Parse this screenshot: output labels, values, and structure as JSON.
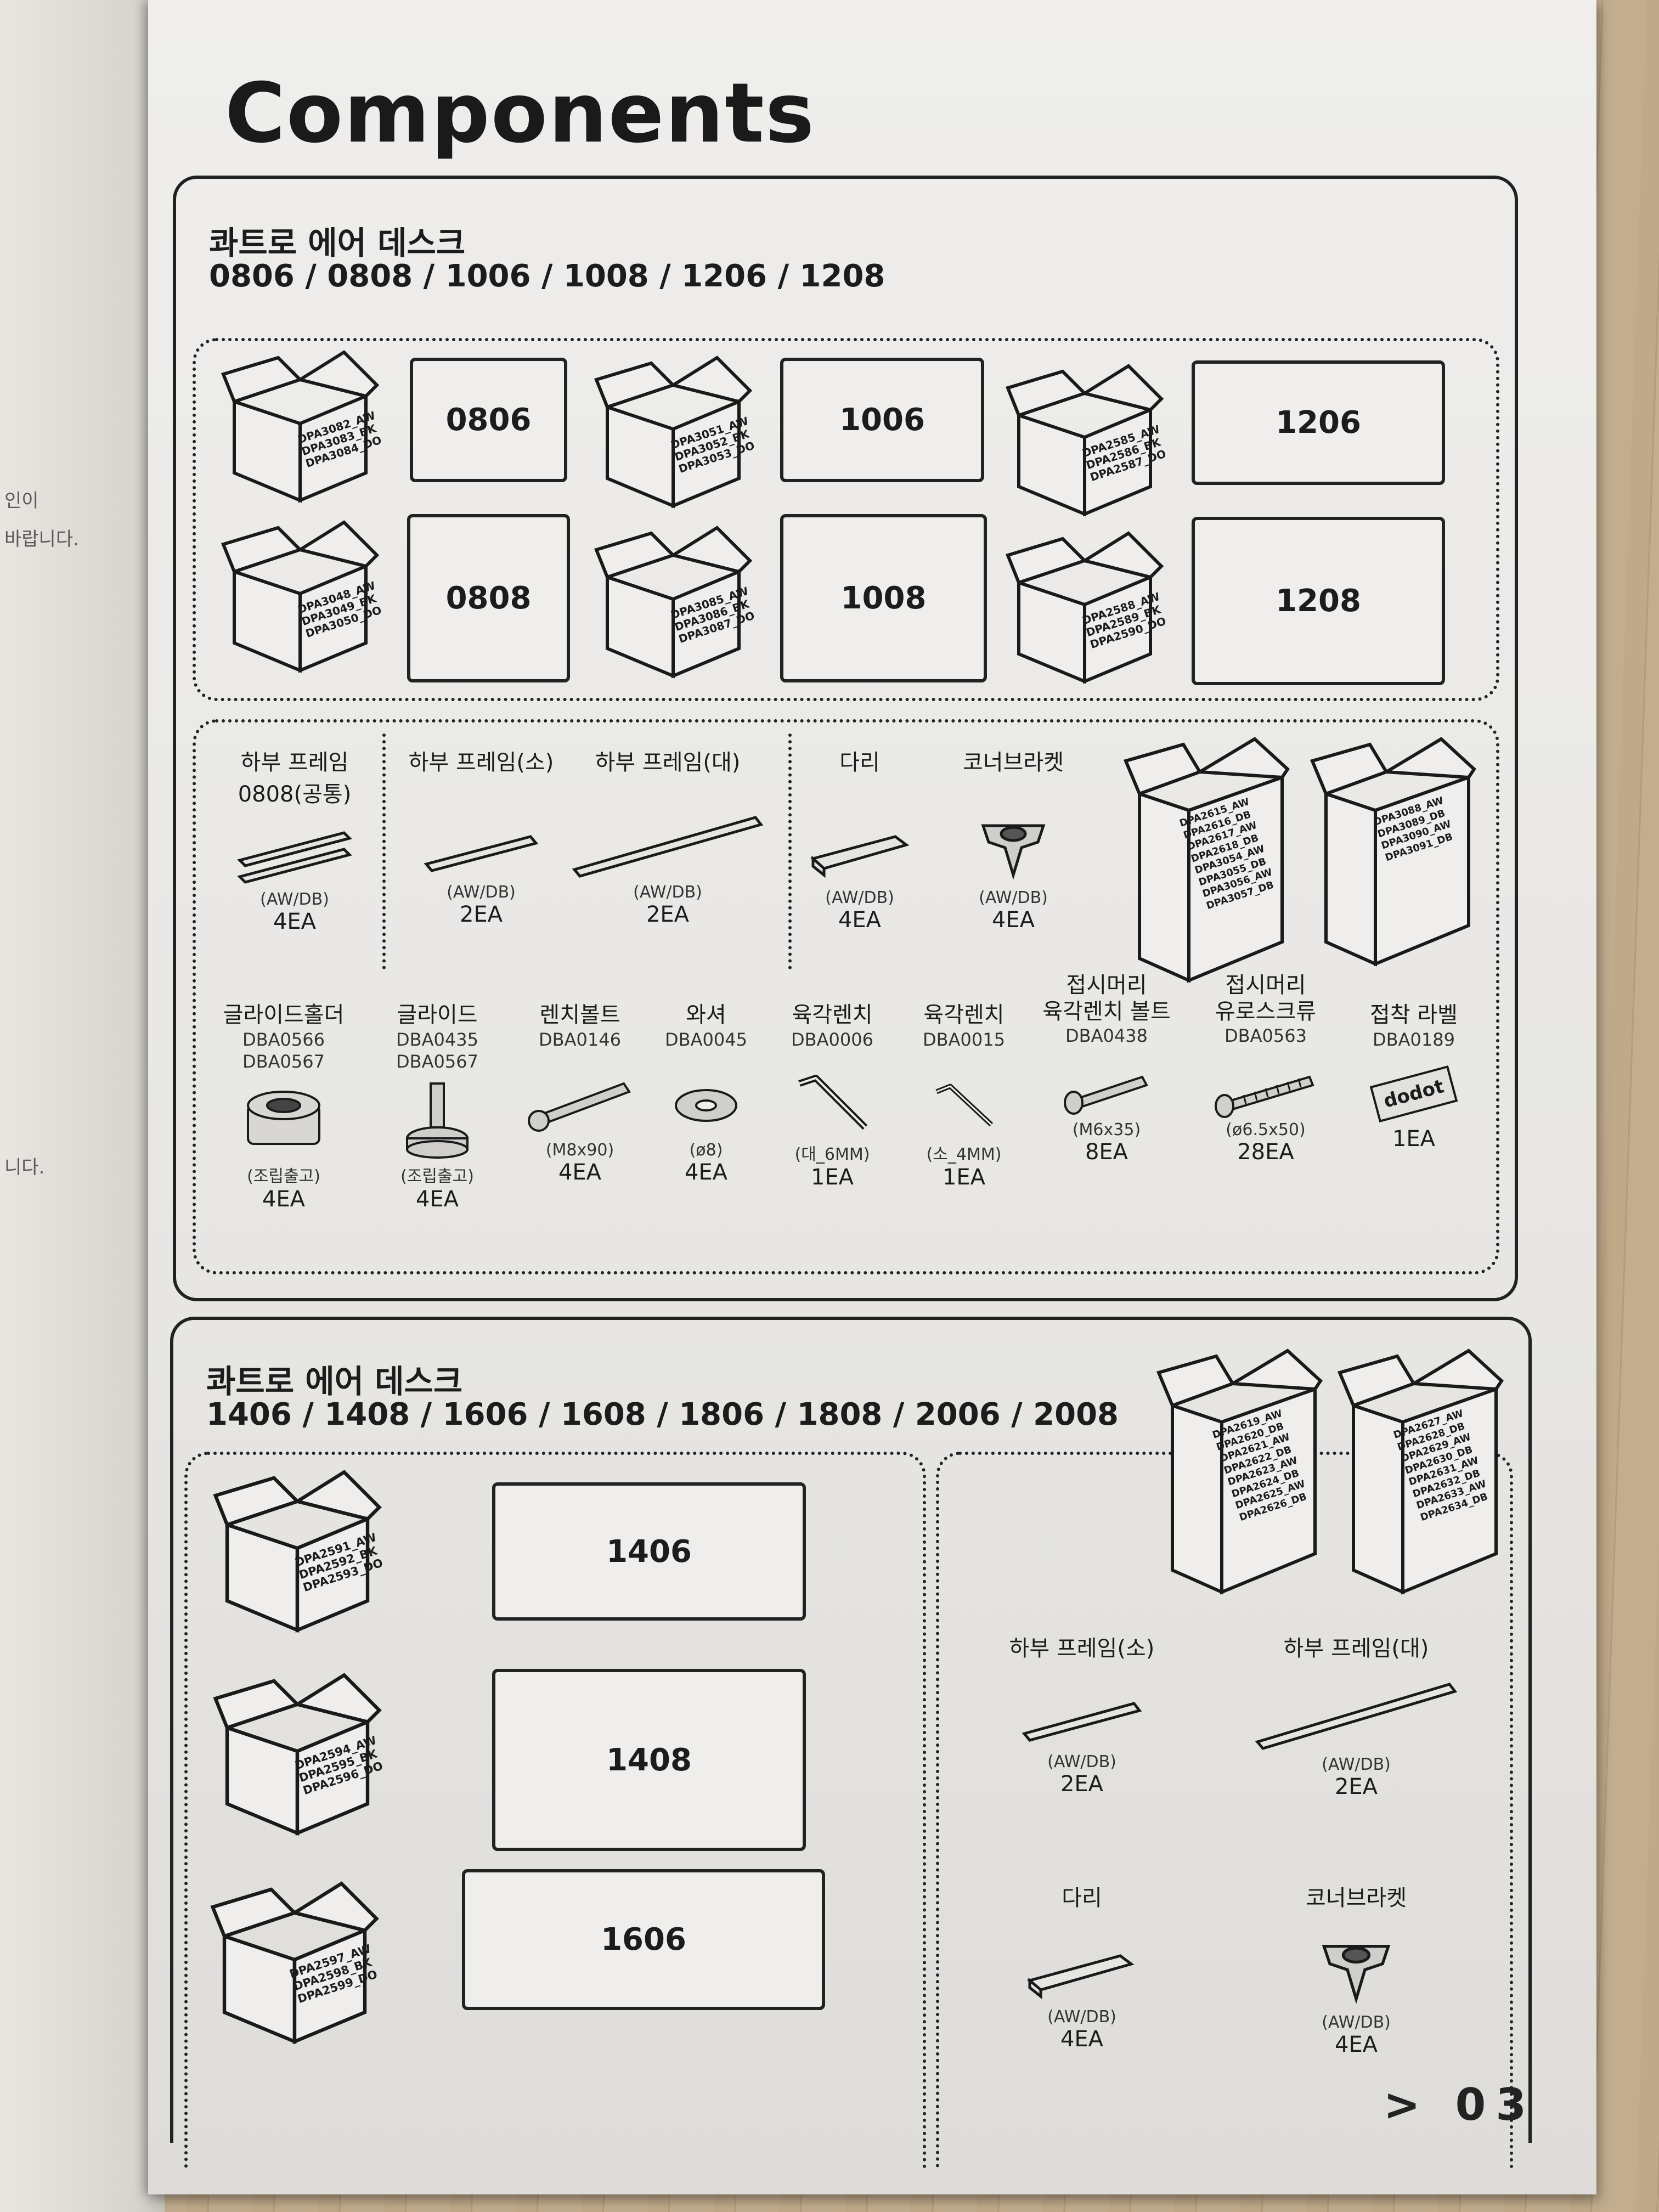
{
  "left_page": {
    "fragments": [
      "인이",
      "바랍니다.",
      "니다."
    ]
  },
  "title": "Components",
  "section1": {
    "name": "콰트로 에어 데스크",
    "models": "0806 / 0808 / 1006 / 1008 / 1206 / 1208",
    "boxes": [
      {
        "codes": [
          "DPA3082_AW",
          "DPA3083_BK",
          "DPA3084_DO"
        ],
        "board": "0806"
      },
      {
        "codes": [
          "DPA3051_AW",
          "DPA3052_BK",
          "DPA3053_DO"
        ],
        "board": "1006"
      },
      {
        "codes": [
          "DPA2585_AW",
          "DPA2586_BK",
          "DPA2587_DO"
        ],
        "board": "1206"
      },
      {
        "codes": [
          "DPA3048_AW",
          "DPA3049_BK",
          "DPA3050_DO"
        ],
        "board": "0808"
      },
      {
        "codes": [
          "DPA3085_AW",
          "DPA3086_BK",
          "DPA3087_DO"
        ],
        "board": "1008"
      },
      {
        "codes": [
          "DPA2588_AW",
          "DPA2589_BK",
          "DPA2590_DO"
        ],
        "board": "1208"
      }
    ],
    "frames": [
      {
        "name": "하부 프레임",
        "name2": "0808(공통)",
        "spec": "(AW/DB)",
        "qty": "4EA"
      },
      {
        "name": "하부 프레임(소)",
        "spec": "(AW/DB)",
        "qty": "2EA"
      },
      {
        "name": "하부 프레임(대)",
        "spec": "(AW/DB)",
        "qty": "2EA"
      },
      {
        "name": "다리",
        "spec": "(AW/DB)",
        "qty": "4EA"
      },
      {
        "name": "코너브라켓",
        "spec": "(AW/DB)",
        "qty": "4EA"
      }
    ],
    "tall_boxes": [
      {
        "codes": [
          "DPA2615_AW",
          "DPA2616_DB",
          "DPA2617_AW",
          "DPA2618_DB",
          "DPA3054_AW",
          "DPA3055_DB",
          "DPA3056_AW",
          "DPA3057_DB"
        ]
      },
      {
        "codes": [
          "DPA3088_AW",
          "DPA3089_DB",
          "DPA3090_AW",
          "DPA3091_DB"
        ]
      }
    ],
    "hardware": [
      {
        "name": "글라이드홀더",
        "code": "DBA0566\nDBA0567",
        "spec": "(조립출고)",
        "qty": "4EA"
      },
      {
        "name": "글라이드",
        "code": "DBA0435\nDBA0567",
        "spec": "(조립출고)",
        "qty": "4EA"
      },
      {
        "name": "렌치볼트",
        "code": "DBA0146",
        "spec": "(M8x90)",
        "qty": "4EA"
      },
      {
        "name": "와셔",
        "code": "DBA0045",
        "spec": "(ø8)",
        "qty": "4EA"
      },
      {
        "name": "육각렌치",
        "code": "DBA0006",
        "spec": "(대_6MM)",
        "qty": "1EA"
      },
      {
        "name": "육각렌치",
        "code": "DBA0015",
        "spec": "(소_4MM)",
        "qty": "1EA"
      },
      {
        "name": "접시머리\n육각렌치 볼트",
        "code": "DBA0438",
        "spec": "(M6x35)",
        "qty": "8EA"
      },
      {
        "name": "접시머리\n유로스크류",
        "code": "DBA0563",
        "spec": "(ø6.5x50)",
        "qty": "28EA"
      },
      {
        "name": "접착 라벨",
        "code": "DBA0189",
        "spec": "",
        "qty": "1EA",
        "label_text": "dodot"
      }
    ]
  },
  "section2": {
    "name": "콰트로 에어 데스크",
    "models": "1406 / 1408 / 1606 / 1608 / 1806 / 1808 / 2006 / 2008",
    "boxes": [
      {
        "codes": [
          "DPA2591_AW",
          "DPA2592_BK",
          "DPA2593_DO"
        ],
        "board": "1406"
      },
      {
        "codes": [
          "DPA2594_AW",
          "DPA2595_BK",
          "DPA2596_DO"
        ],
        "board": "1408"
      },
      {
        "codes": [
          "DPA2597_AW",
          "DPA2598_BK",
          "DPA2599_DO"
        ],
        "board": "1606"
      }
    ],
    "tall_boxes": [
      {
        "codes": [
          "DPA2619_AW",
          "DPA2620_DB",
          "DPA2621_AW",
          "DPA2622_DB",
          "DPA2623_AW",
          "DPA2624_DB",
          "DPA2625_AW",
          "DPA2626_DB"
        ]
      },
      {
        "codes": [
          "DPA2627_AW",
          "DPA2628_DB",
          "DPA2629_AW",
          "DPA2630_DB",
          "DPA2631_AW",
          "DPA2632_DB",
          "DPA2633_AW",
          "DPA2634_DB"
        ]
      }
    ],
    "parts": [
      {
        "name": "하부 프레임(소)",
        "spec": "(AW/DB)",
        "qty": "2EA"
      },
      {
        "name": "하부 프레임(대)",
        "spec": "(AW/DB)",
        "qty": "2EA"
      },
      {
        "name": "다리",
        "spec": "(AW/DB)",
        "qty": "4EA"
      },
      {
        "name": "코너브라켓",
        "spec": "(AW/DB)",
        "qty": "4EA"
      }
    ]
  },
  "page_number": "> 03"
}
